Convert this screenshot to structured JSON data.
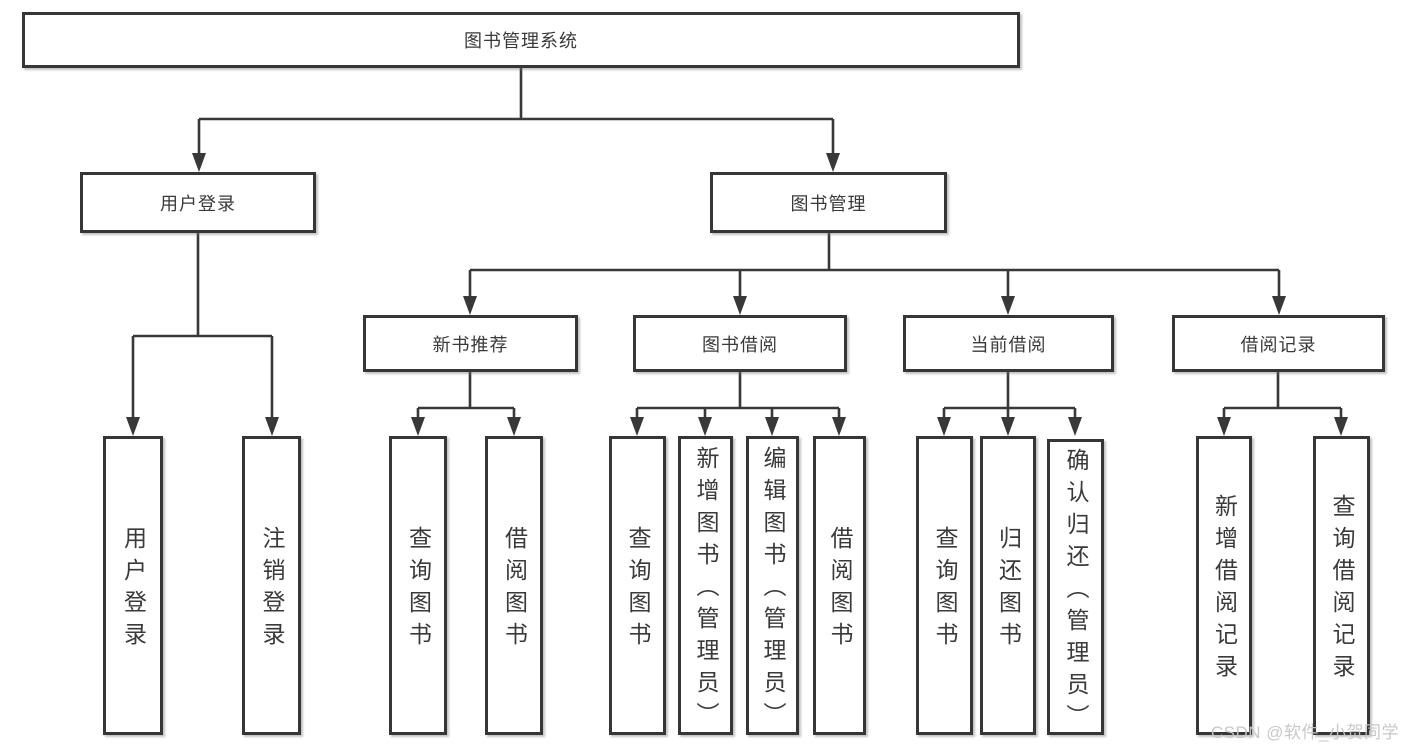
{
  "diagram": {
    "root": {
      "label": "图书管理系统"
    },
    "level2": [
      {
        "label": "用户登录"
      },
      {
        "label": "图书管理"
      }
    ],
    "level3": [
      {
        "label": "新书推荐"
      },
      {
        "label": "图书借阅"
      },
      {
        "label": "当前借阅"
      },
      {
        "label": "借阅记录"
      }
    ],
    "leaves": {
      "user_login": [
        "用户登录",
        "注销登录"
      ],
      "new_book": [
        "查询图书",
        "借阅图书"
      ],
      "book_borrow": [
        "查询图书",
        "新增图书（管理员）",
        "编辑图书（管理员）",
        "借阅图书"
      ],
      "current_borrow": [
        "查询图书",
        "归还图书",
        "确认归还（管理员）"
      ],
      "borrow_records": [
        "新增借阅记录",
        "查询借阅记录"
      ]
    }
  },
  "watermark": {
    "text": "CSDN @软件_小贺同学"
  },
  "colors": {
    "line": "#383838",
    "box_border": "#363636",
    "text": "#3a3a3a",
    "watermark": "#c5c5c5",
    "background": "#ffffff"
  }
}
